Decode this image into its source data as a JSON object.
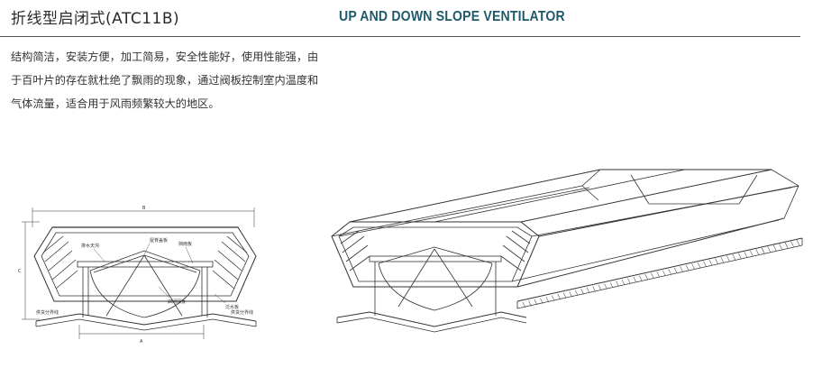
{
  "header": {
    "title_cn": "折线型启闭式(ATC11B)",
    "title_en": "UP AND DOWN SLOPE VENTILATOR"
  },
  "description": {
    "lines": [
      "结构简洁，安装方便，加工简易，安全性能好，使用性能强，由",
      "于百叶片的存在就杜绝了飘雨的现象，通过阀板控制室内温度和",
      "气体流量，适合用于风雨频繁较大的地区。"
    ]
  },
  "diagram": {
    "dim_labels": {
      "width": "B",
      "height": "C",
      "base": "A"
    },
    "part_labels": {
      "drain_gutter": "排水天沟",
      "ridge_cover": "屋脊盖板",
      "rain_shield": "挡雨板",
      "valve_plate": "启闭阀板",
      "flashing": "泛水板",
      "supply_boundary_left": "供货分界线",
      "supply_boundary_right": "供货分界线"
    }
  }
}
